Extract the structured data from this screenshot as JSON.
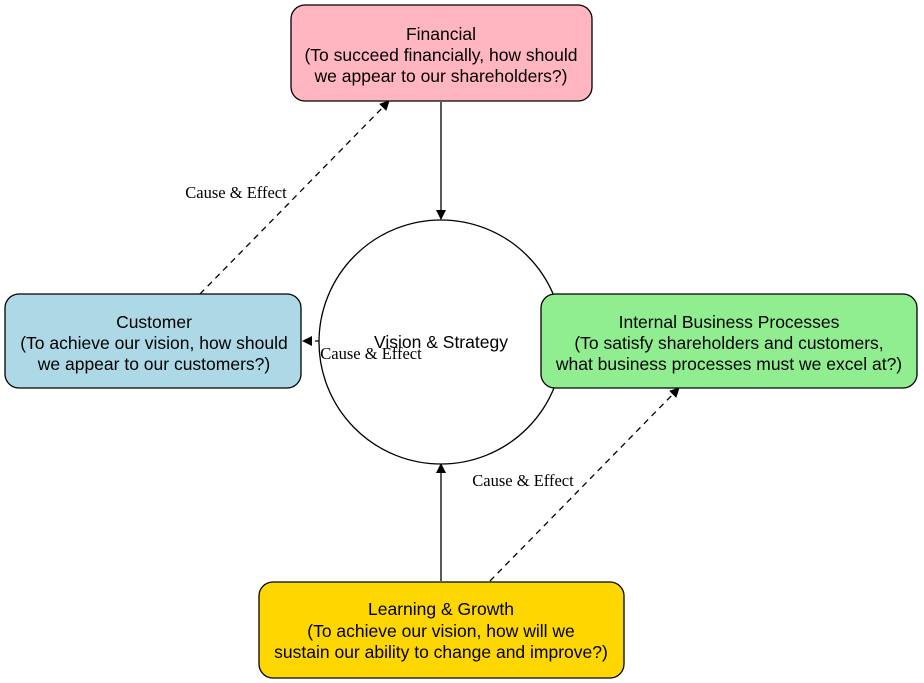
{
  "center": {
    "label": "Vision & Strategy"
  },
  "nodes": {
    "financial": {
      "title": "Financial",
      "line1": "(To succeed financially, how should",
      "line2": "we appear to our shareholders?)",
      "color": "#ffb6c1"
    },
    "customer": {
      "title": "Customer",
      "line1": "(To achieve our vision, how should",
      "line2": "we appear to our customers?)",
      "color": "#add8e6"
    },
    "internal": {
      "title": "Internal Business Processes",
      "line1": "(To satisfy shareholders and customers,",
      "line2": "what business processes must we excel at?)",
      "color": "#90ee90"
    },
    "learning": {
      "title": "Learning & Growth",
      "line1": "(To achieve our vision, how will we",
      "line2": "sustain our ability to change and improve?)",
      "color": "#ffd700"
    }
  },
  "edge_labels": {
    "customer_to_financial": "Cause & Effect",
    "internal_to_customer": "Cause & Effect",
    "learning_to_internal": "Cause & Effect"
  }
}
